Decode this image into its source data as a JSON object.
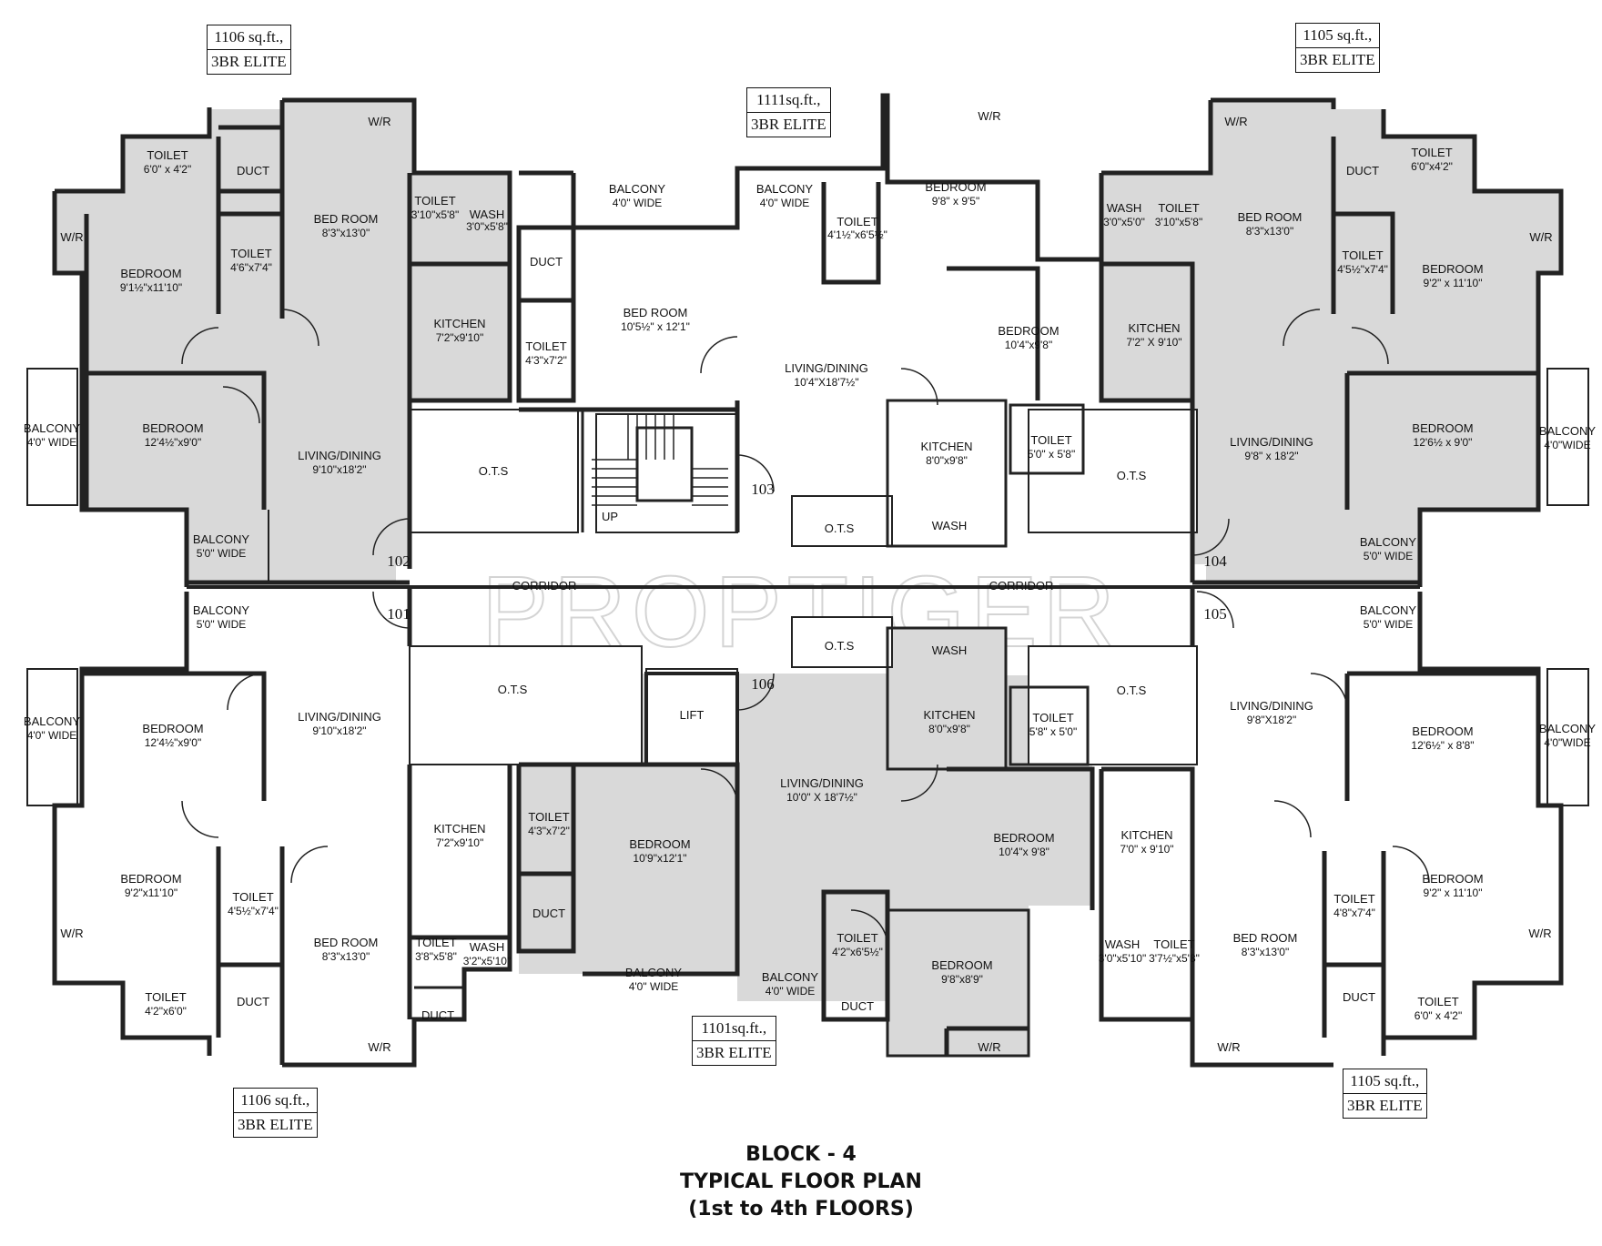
{
  "diagram": {
    "watermark": "PROPTIGER",
    "title": {
      "line1": "BLOCK - 4",
      "line2": "TYPICAL FLOOR PLAN",
      "line3": "(1st to 4th FLOORS)"
    },
    "area_tags": [
      {
        "area": "1106 sq.ft.,",
        "type": "3BR ELITE"
      },
      {
        "area": "1111sq.ft.,",
        "type": "3BR ELITE"
      },
      {
        "area": "1105 sq.ft.,",
        "type": "3BR ELITE"
      },
      {
        "area": "1106 sq.ft.,",
        "type": "3BR ELITE"
      },
      {
        "area": "1101sq.ft.,",
        "type": "3BR ELITE"
      },
      {
        "area": "1105 sq.ft.,",
        "type": "3BR ELITE"
      }
    ],
    "unit_numbers": [
      "101",
      "102",
      "103",
      "104",
      "105",
      "106"
    ],
    "common": {
      "corridor": "CORRIDOR",
      "ots": "O.T.S",
      "lift": "LIFT",
      "up": "UP",
      "duct": "DUCT",
      "wash": "WASH",
      "wr": "W/R"
    },
    "rooms": {
      "u102": {
        "toilet1": {
          "name": "TOILET",
          "dim": "6'0\" x 4'2\""
        },
        "bedroom1": {
          "name": "BEDROOM",
          "dim": "9'1½\"x11'10\""
        },
        "toilet2": {
          "name": "TOILET",
          "dim": "4'6\"x7'4\""
        },
        "bed_room": {
          "name": "BED ROOM",
          "dim": "8'3\"x13'0\""
        },
        "toilet3": {
          "name": "TOILET",
          "dim": "3'10\"x5'8\""
        },
        "wash": {
          "name": "WASH",
          "dim": "3'0\"x5'8\""
        },
        "kitchen": {
          "name": "KITCHEN",
          "dim": "7'2\"x9'10\""
        },
        "balcony1": {
          "name": "BALCONY",
          "dim": "4'0\" WIDE"
        },
        "bedroom2": {
          "name": "BEDROOM",
          "dim": "12'4½\"x9'0\""
        },
        "living": {
          "name": "LIVING/DINING",
          "dim": "9'10\"x18'2\""
        },
        "balcony2": {
          "name": "BALCONY",
          "dim": "5'0\" WIDE"
        }
      },
      "u103": {
        "balcony1": {
          "name": "BALCONY",
          "dim": "4'0\" WIDE"
        },
        "balcony2": {
          "name": "BALCONY",
          "dim": "4'0\" WIDE"
        },
        "toilet1": {
          "name": "TOILET",
          "dim": "4'1½\"x6'5½\""
        },
        "bedroom1": {
          "name": "BEDROOM",
          "dim": "9'8\" x 9'5\""
        },
        "bed_room": {
          "name": "BED ROOM",
          "dim": "10'5½\" x 12'1\""
        },
        "toilet2": {
          "name": "TOILET",
          "dim": "4'3\"x7'2\""
        },
        "living": {
          "name": "LIVING/DINING",
          "dim": "10'4\"X18'7½\""
        },
        "bedroom2": {
          "name": "BEDROOM",
          "dim": "10'4\"x9'8\""
        },
        "kitchen": {
          "name": "KITCHEN",
          "dim": "8'0\"x9'8\""
        },
        "toilet3": {
          "name": "TOILET",
          "dim": "5'0\" x 5'8\""
        }
      },
      "u104": {
        "wash": {
          "name": "WASH",
          "dim": "3'0\"x5'0\""
        },
        "toilet1": {
          "name": "TOILET",
          "dim": "3'10\"x5'8\""
        },
        "bed_room": {
          "name": "BED ROOM",
          "dim": "8'3\"x13'0\""
        },
        "toilet2": {
          "name": "TOILET",
          "dim": "6'0\"x4'2\""
        },
        "toilet3": {
          "name": "TOILET",
          "dim": "4'5½\"x7'4\""
        },
        "bedroom1": {
          "name": "BEDROOM",
          "dim": "9'2\" x 11'10\""
        },
        "kitchen": {
          "name": "KITCHEN",
          "dim": "7'2\" X 9'10\""
        },
        "living": {
          "name": "LIVING/DINING",
          "dim": "9'8\" x 18'2\""
        },
        "bedroom2": {
          "name": "BEDROOM",
          "dim": "12'6½ x 9'0\""
        },
        "balcony1": {
          "name": "BALCONY",
          "dim": "4'0\"WIDE"
        },
        "balcony2": {
          "name": "BALCONY",
          "dim": "5'0\" WIDE"
        }
      },
      "u101": {
        "balcony1": {
          "name": "BALCONY",
          "dim": "5'0\" WIDE"
        },
        "balcony2": {
          "name": "BALCONY",
          "dim": "4'0\" WIDE"
        },
        "bedroom1": {
          "name": "BEDROOM",
          "dim": "12'4½\"x9'0\""
        },
        "living": {
          "name": "LIVING/DINING",
          "dim": "9'10\"x18'2\""
        },
        "kitchen": {
          "name": "KITCHEN",
          "dim": "7'2\"x9'10\""
        },
        "bedroom2": {
          "name": "BEDROOM",
          "dim": "9'2\"x11'10\""
        },
        "toilet1": {
          "name": "TOILET",
          "dim": "4'5½\"x7'4\""
        },
        "bed_room": {
          "name": "BED ROOM",
          "dim": "8'3\"x13'0\""
        },
        "toilet2": {
          "name": "TOILET",
          "dim": "3'8\"x5'8\""
        },
        "wash": {
          "name": "WASH",
          "dim": "3'2\"x5'10\""
        },
        "toilet3": {
          "name": "TOILET",
          "dim": "4'2\"x6'0\""
        }
      },
      "u106": {
        "toilet1": {
          "name": "TOILET",
          "dim": "4'3\"x7'2\""
        },
        "bedroom1": {
          "name": "BEDROOM",
          "dim": "10'9\"x12'1\""
        },
        "living": {
          "name": "LIVING/DINING",
          "dim": "10'0\" X 18'7½\""
        },
        "kitchen": {
          "name": "KITCHEN",
          "dim": "8'0\"x9'8\""
        },
        "toilet2": {
          "name": "TOILET",
          "dim": "5'8\" x 5'0\""
        },
        "bedroom2": {
          "name": "BEDROOM",
          "dim": "10'4\"x 9'8\""
        },
        "toilet3": {
          "name": "TOILET",
          "dim": "4'2\"x6'5½\""
        },
        "bedroom3": {
          "name": "BEDROOM",
          "dim": "9'8\"x8'9\""
        },
        "balcony1": {
          "name": "BALCONY",
          "dim": "4'0\" WIDE"
        },
        "balcony2": {
          "name": "BALCONY",
          "dim": "4'0\" WIDE"
        }
      },
      "u105": {
        "balcony1": {
          "name": "BALCONY",
          "dim": "5'0\" WIDE"
        },
        "living": {
          "name": "LIVING/DINING",
          "dim": "9'8\"X18'2\""
        },
        "bedroom1": {
          "name": "BEDROOM",
          "dim": "12'6½\" x 8'8\""
        },
        "balcony2": {
          "name": "BALCONY",
          "dim": "4'0\"WIDE"
        },
        "kitchen": {
          "name": "KITCHEN",
          "dim": "7'0\" x 9'10\""
        },
        "bedroom2": {
          "name": "BEDROOM",
          "dim": "9'2\" x 11'10\""
        },
        "toilet1": {
          "name": "TOILET",
          "dim": "4'8\"x7'4\""
        },
        "bed_room": {
          "name": "BED ROOM",
          "dim": "8'3\"x13'0\""
        },
        "wash": {
          "name": "WASH",
          "dim": "3'0\"x5'10\""
        },
        "toilet2": {
          "name": "TOILET",
          "dim": "3'7½\"x5'8\""
        },
        "toilet3": {
          "name": "TOILET",
          "dim": "6'0\" x 4'2\""
        }
      }
    }
  }
}
